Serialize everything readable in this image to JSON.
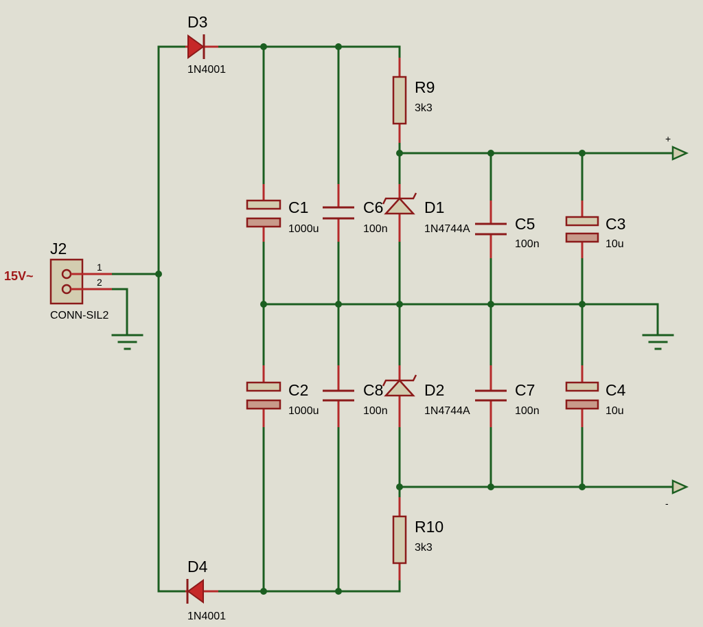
{
  "connector": {
    "ref": "J2",
    "value": "CONN-SIL2",
    "pin1": "1",
    "pin2": "2",
    "net_label": "15V~"
  },
  "diodes": {
    "d3": {
      "ref": "D3",
      "value": "1N4001"
    },
    "d4": {
      "ref": "D4",
      "value": "1N4001"
    },
    "d1": {
      "ref": "D1",
      "value": "1N4744A"
    },
    "d2": {
      "ref": "D2",
      "value": "1N4744A"
    }
  },
  "resistors": {
    "r9": {
      "ref": "R9",
      "value": "3k3"
    },
    "r10": {
      "ref": "R10",
      "value": "3k3"
    }
  },
  "capacitors": {
    "c1": {
      "ref": "C1",
      "value": "1000u"
    },
    "c2": {
      "ref": "C2",
      "value": "1000u"
    },
    "c6": {
      "ref": "C6",
      "value": "100n"
    },
    "c8": {
      "ref": "C8",
      "value": "100n"
    },
    "c5": {
      "ref": "C5",
      "value": "100n"
    },
    "c7": {
      "ref": "C7",
      "value": "100n"
    },
    "c3": {
      "ref": "C3",
      "value": "10u"
    },
    "c4": {
      "ref": "C4",
      "value": "10u"
    }
  },
  "outputs": {
    "positive": "+",
    "negative": "-"
  },
  "colors": {
    "wire": "#1b5e20",
    "component": "#8b1a1a",
    "background": "#e0dfd3"
  }
}
